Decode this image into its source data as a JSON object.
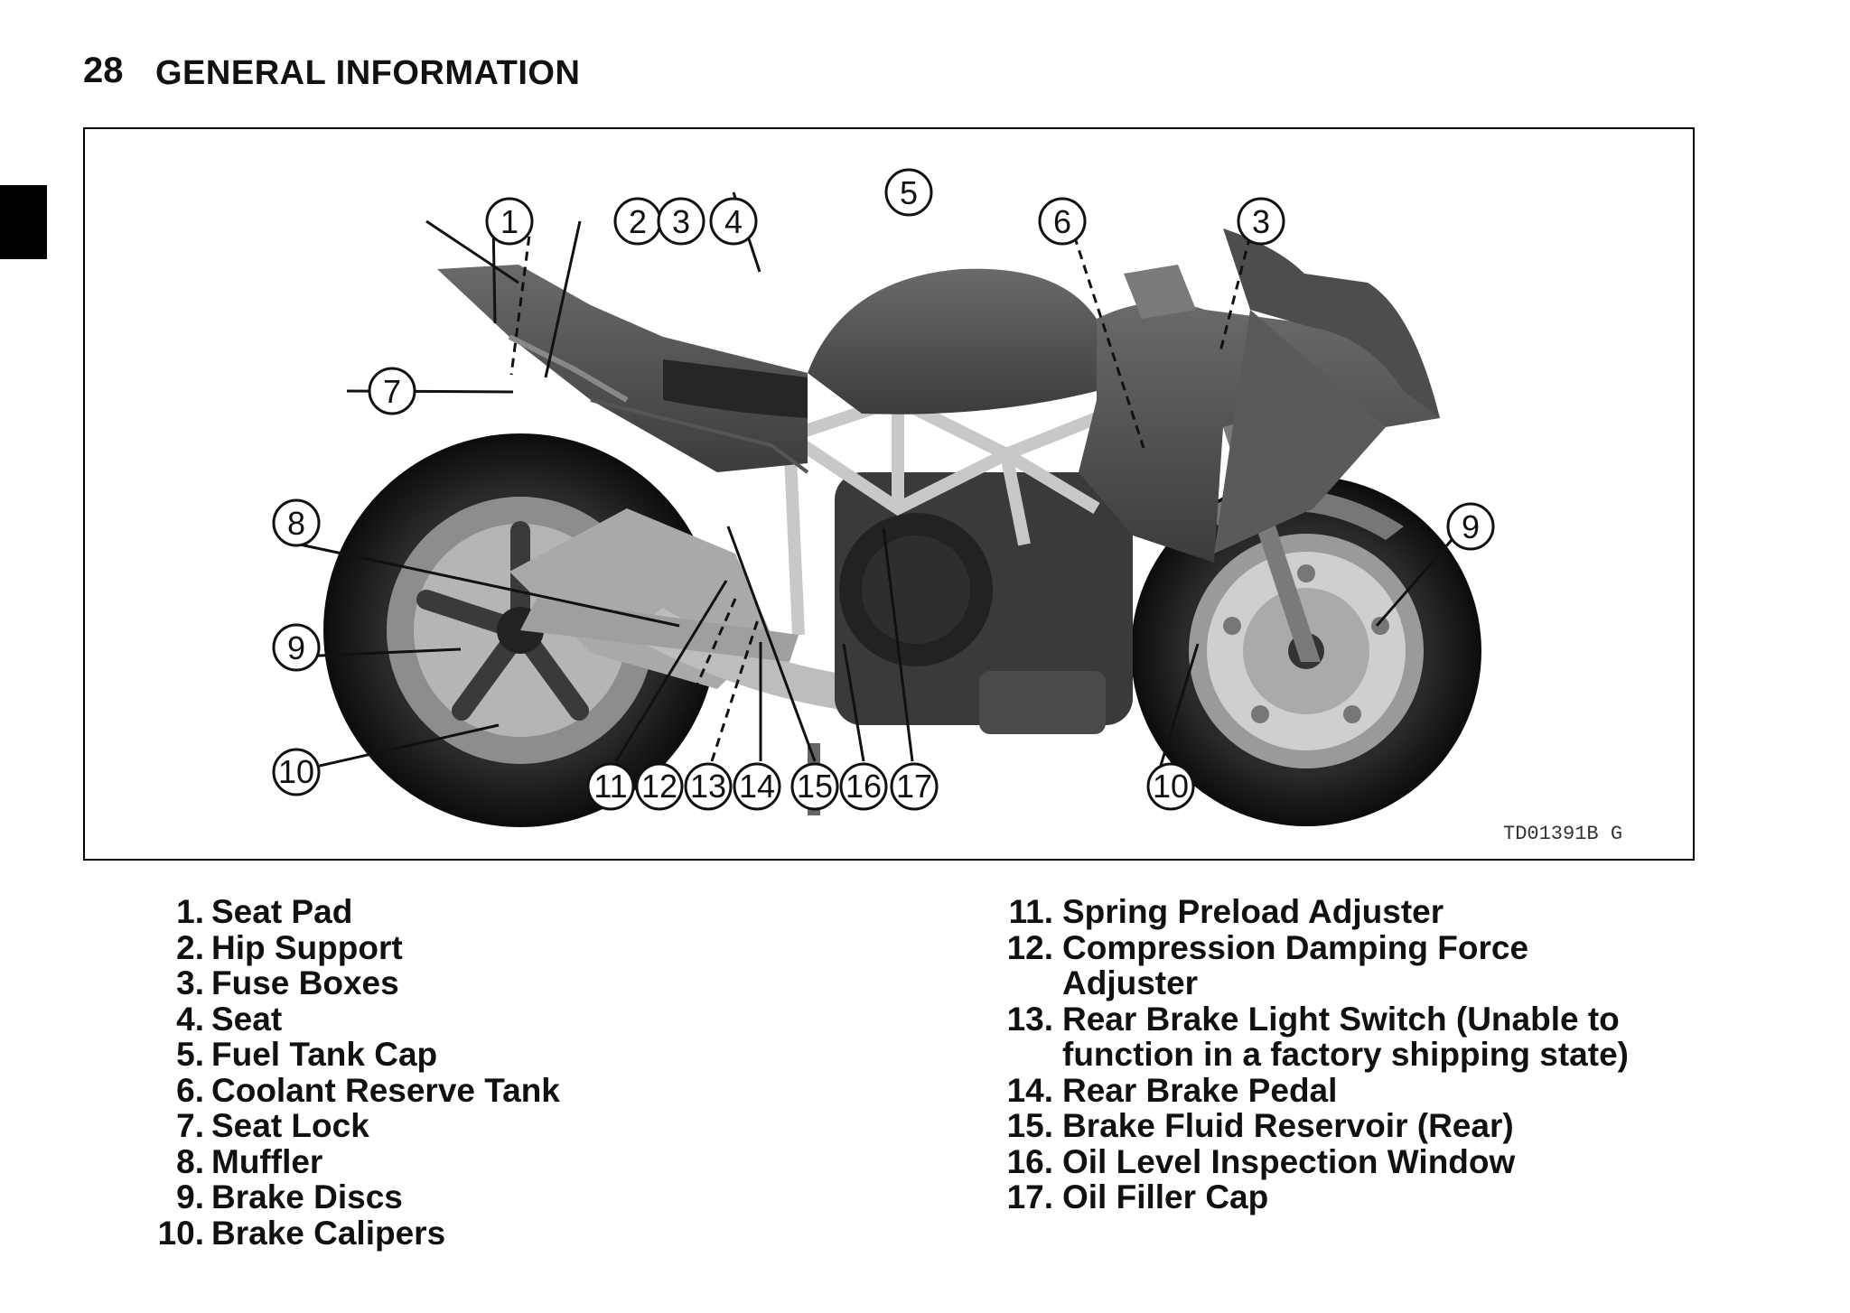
{
  "header": {
    "page_number": "28",
    "section_title": "GENERAL INFORMATION"
  },
  "figure": {
    "code": "TD01391B  G",
    "callouts": [
      "1",
      "2",
      "3",
      "4",
      "5",
      "6",
      "3",
      "7",
      "8",
      "9",
      "9",
      "10",
      "11",
      "12",
      "13",
      "14",
      "15",
      "16",
      "17",
      "10"
    ]
  },
  "legend_left": [
    {
      "num": "1.",
      "text": "Seat Pad"
    },
    {
      "num": "2.",
      "text": "Hip Support"
    },
    {
      "num": "3.",
      "text": "Fuse Boxes"
    },
    {
      "num": "4.",
      "text": "Seat"
    },
    {
      "num": "5.",
      "text": "Fuel Tank Cap"
    },
    {
      "num": "6.",
      "text": "Coolant Reserve Tank"
    },
    {
      "num": "7.",
      "text": "Seat Lock"
    },
    {
      "num": "8.",
      "text": "Muffler"
    },
    {
      "num": "9.",
      "text": "Brake Discs"
    },
    {
      "num": "10.",
      "text": "Brake Calipers"
    }
  ],
  "legend_right": [
    {
      "num": "11.",
      "text": "Spring Preload Adjuster"
    },
    {
      "num": "12.",
      "text": "Compression Damping Force"
    },
    {
      "num": "",
      "text": "Adjuster"
    },
    {
      "num": "13.",
      "text": "Rear Brake Light Switch (Unable to"
    },
    {
      "num": "",
      "text": "function in a factory shipping state)"
    },
    {
      "num": "14.",
      "text": "Rear Brake Pedal"
    },
    {
      "num": "15.",
      "text": "Brake Fluid Reservoir (Rear)"
    },
    {
      "num": "16.",
      "text": "Oil Level Inspection Window"
    },
    {
      "num": "17.",
      "text": "Oil Filler Cap"
    }
  ]
}
